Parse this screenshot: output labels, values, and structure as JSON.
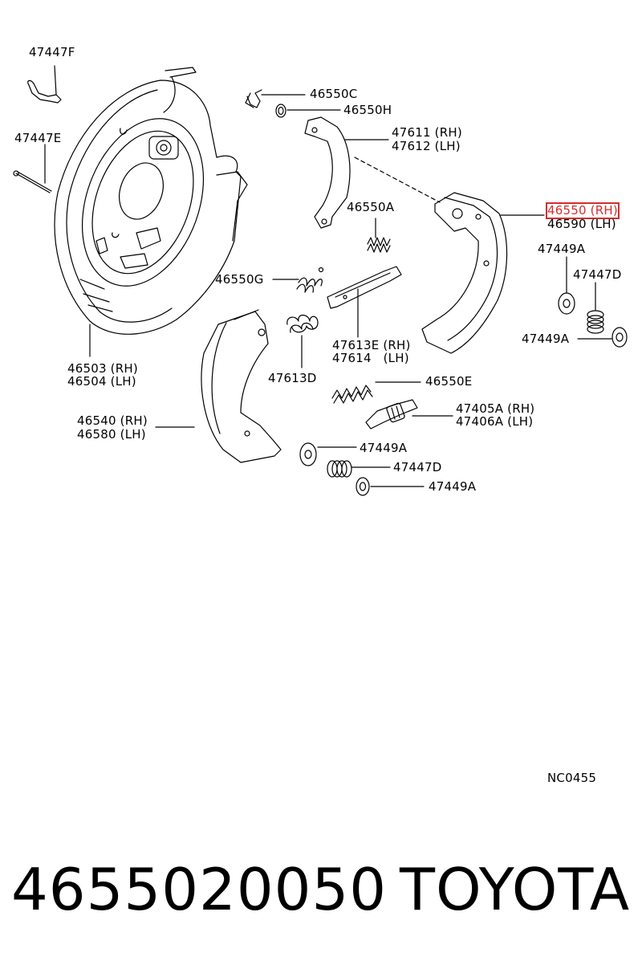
{
  "labels": {
    "l47447F": "47447F",
    "l47447E": "47447E",
    "l46550C": "46550C",
    "l46550H": "46550H",
    "l47611": "47611 (RH)",
    "l47612": "47612 (LH)",
    "l46550": "46550 (RH)",
    "l46590": "46590 (LH)",
    "l46550A": "46550A",
    "l46550G": "46550G",
    "l47449A_r": "47449A",
    "l47447D_r": "47447D",
    "l47449A_r2": "47449A",
    "l47613E": "47613E (RH)",
    "l47614": "47614   (LH)",
    "l46503": "46503 (RH)",
    "l46504": "46504 (LH)",
    "l47613D": "47613D",
    "l46550E": "46550E",
    "l46540": "46540 (RH)",
    "l46580": "46580 (LH)",
    "l47405A": "47405A (RH)",
    "l47406A": "47406A (LH)",
    "l47449A_b": "47449A",
    "l47447D_b": "47447D",
    "l47449A_b2": "47449A",
    "code": "NC0455"
  },
  "highlight_color": "#d32f2f",
  "footer": {
    "part_number": "4655020050",
    "brand": "TOYOTA"
  }
}
